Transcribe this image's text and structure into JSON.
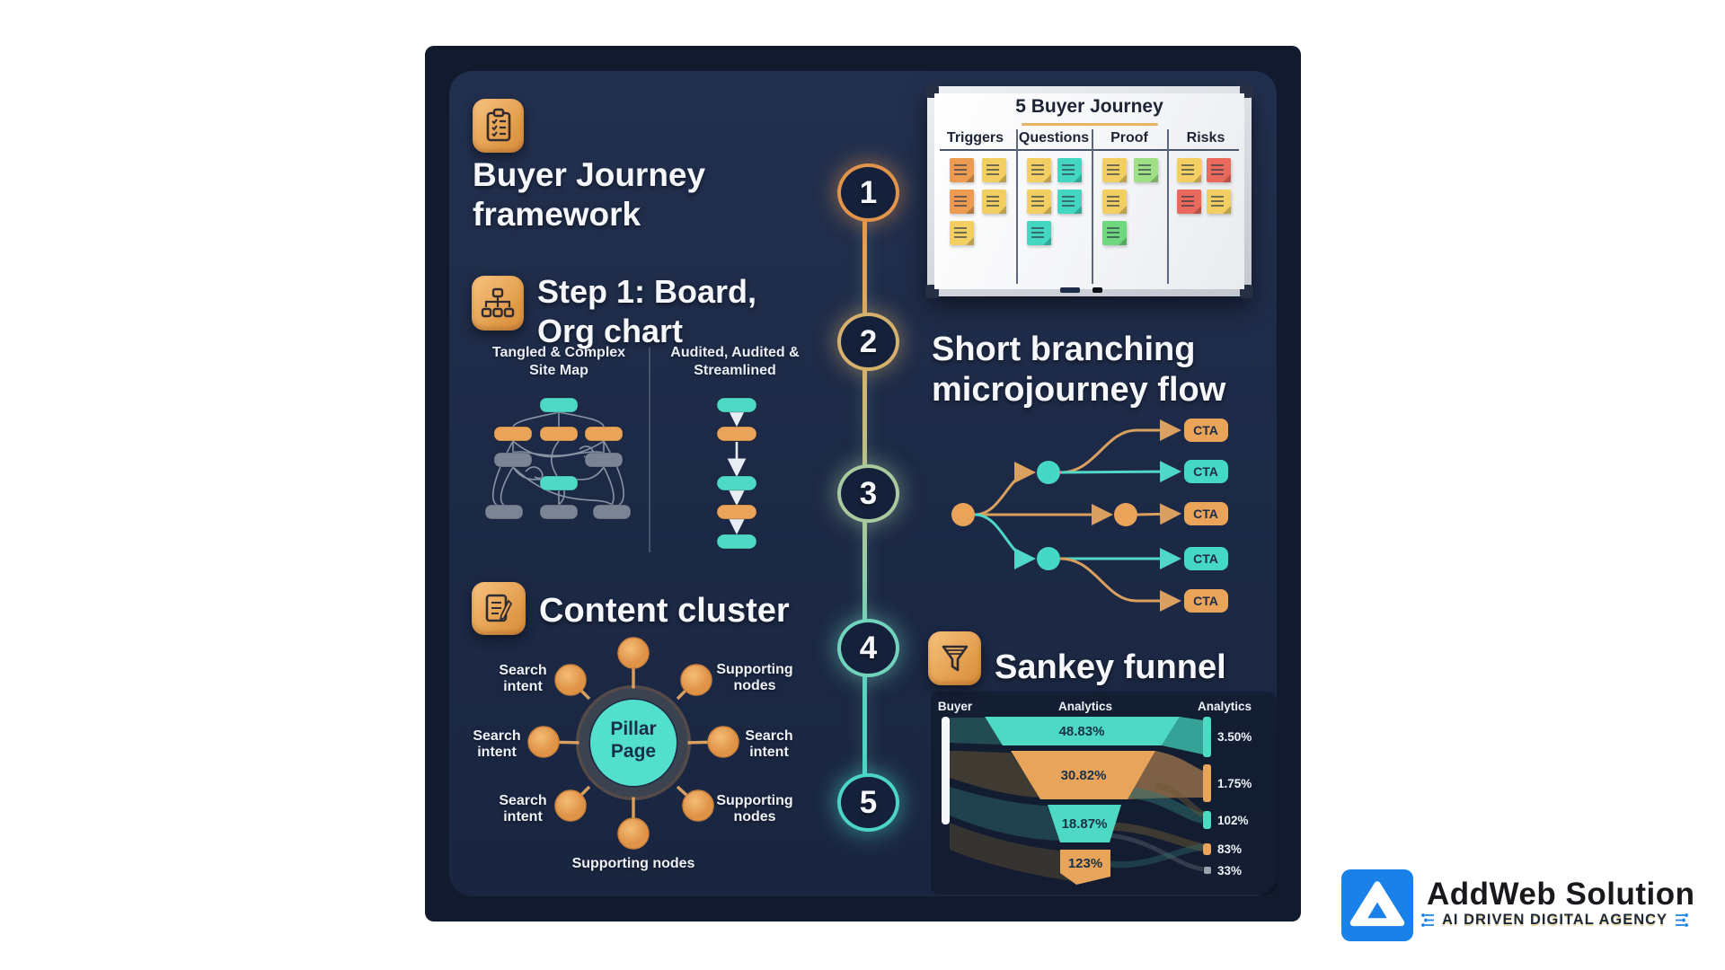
{
  "palette": {
    "bg_outer": "#121a2d",
    "bg_panel": "#1d2a47",
    "orange": "#e9a45a",
    "teal": "#45d8c4",
    "yellow": "#f3cf63",
    "red": "#e96a5d",
    "green": "#6fd87f",
    "gray": "#7a8494",
    "logo_blue": "#1a81e8"
  },
  "header": {
    "icon": "clipboard-checklist-icon",
    "title": "Buyer Journey\nframework"
  },
  "step1": {
    "icon": "org-chart-icon",
    "title": "Step 1: Board,\nOrg chart",
    "left_caption": "Tangled & Complex\nSite Map",
    "right_caption": "Audited, Audited &\nStreamlined"
  },
  "content_cluster": {
    "icon": "document-icon",
    "title": "Content cluster",
    "center": "Pillar\nPage",
    "labels": {
      "top_left": "Search\nintent",
      "left": "Search\nintent",
      "bottom_left": "Search\nintent",
      "top_right": "Supporting\nnodes",
      "right": "Search\nintent",
      "bottom_right": "Supporting\nnodes",
      "bottom": "Supporting nodes"
    }
  },
  "timeline": {
    "steps": [
      {
        "number": "1",
        "ring": "#e2944a"
      },
      {
        "number": "2",
        "ring": "#d6b16d"
      },
      {
        "number": "3",
        "ring": "#a9c99f"
      },
      {
        "number": "4",
        "ring": "#72d3bd"
      },
      {
        "number": "5",
        "ring": "#4bd5c6"
      }
    ]
  },
  "whiteboard": {
    "title": "5 Buyer Journey",
    "columns": [
      {
        "label": "Triggers",
        "stickies": [
          [
            "orange",
            "yellow"
          ],
          [
            "orange",
            "yellow"
          ],
          [
            "yellow"
          ]
        ]
      },
      {
        "label": "Questions",
        "stickies": [
          [
            "yellow",
            "teal"
          ],
          [
            "yellow",
            "teal"
          ],
          [
            "teal"
          ]
        ]
      },
      {
        "label": "Proof",
        "stickies": [
          [
            "yellow",
            "lightgreen"
          ],
          [
            "yellow"
          ],
          [
            "green"
          ]
        ]
      },
      {
        "label": "Risks",
        "stickies": [
          [
            "yellow",
            "red"
          ],
          [
            "red",
            "yellow"
          ]
        ]
      }
    ]
  },
  "microjourney": {
    "title": "Short branching\nmicrojourney flow",
    "cta_labels": [
      "CTA",
      "CTA",
      "CTA",
      "CTA",
      "CTA"
    ],
    "cta_colors": [
      "orange",
      "teal",
      "orange",
      "teal",
      "orange"
    ]
  },
  "sankey": {
    "icon": "funnel-icon",
    "title": "Sankey funnel",
    "col_labels": [
      "Buyer",
      "Analytics",
      "Analytics"
    ],
    "funnel_segments": [
      {
        "value": "48.83%",
        "color": "teal"
      },
      {
        "value": "30.82%",
        "color": "orange"
      },
      {
        "value": "18.87%",
        "color": "teal"
      },
      {
        "value": "123%",
        "color": "orange"
      }
    ],
    "out_bars": [
      {
        "value": "3.50%",
        "color": "teal"
      },
      {
        "value": "1.75%",
        "color": "orange"
      },
      {
        "value": "102%",
        "color": "teal"
      },
      {
        "value": "83%",
        "color": "orange"
      },
      {
        "value": "33%",
        "color": "gray"
      }
    ]
  },
  "brand": {
    "name": "AddWeb Solution",
    "tagline": "AI DRIVEN DIGITAL AGENCY"
  }
}
